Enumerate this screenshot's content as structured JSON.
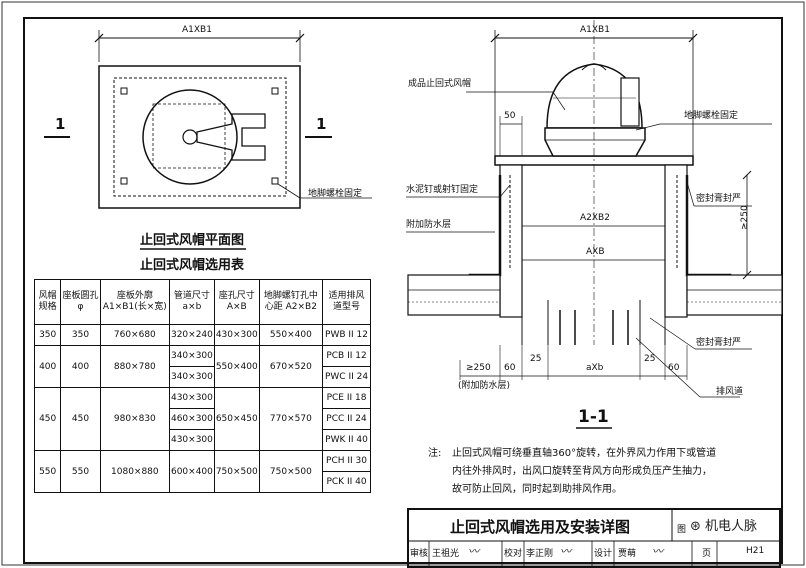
{
  "plan": {
    "dim_label": "A1XB1",
    "section_mark_left": "1",
    "section_mark_right": "1",
    "anchor_note": "地脚螺栓固定",
    "title": "止回式风帽平面图"
  },
  "table": {
    "title": "止回式风帽选用表",
    "headers": [
      "风帽\n规格",
      "座板圆孔\nφ",
      "座板外廓\nA1×B1(长×宽)",
      "管道尺寸\na×b",
      "座孔尺寸\nA×B",
      "地脚螺钉孔中\n心距 A2×B2",
      "适用排风\n道型号"
    ],
    "rows": [
      {
        "spec": "350",
        "hole": "350",
        "outline": "760×680",
        "duct": [
          "320×240"
        ],
        "seat": "430×300",
        "bolt": "550×400",
        "models": [
          "PWB II 12"
        ]
      },
      {
        "spec": "400",
        "hole": "400",
        "outline": "880×780",
        "duct": [
          "340×300",
          "340×300"
        ],
        "seat": "550×400",
        "bolt": "670×520",
        "models": [
          "PCB II 12",
          "PWC II 24"
        ]
      },
      {
        "spec": "450",
        "hole": "450",
        "outline": "980×830",
        "duct": [
          "430×300",
          "460×300",
          "430×300"
        ],
        "seat": "650×450",
        "bolt": "770×570",
        "models": [
          "PCE II 18",
          "PCC II 24",
          "PWK II 40"
        ]
      },
      {
        "spec": "550",
        "hole": "550",
        "outline": "1080×880",
        "duct": [
          "600×400"
        ],
        "seat": "750×500",
        "bolt": "750×500",
        "models": [
          "PCH II 30",
          "PCK II 40"
        ]
      }
    ]
  },
  "section": {
    "dim_top": "A1XB1",
    "labels": {
      "cap": "成品止回式风帽",
      "anchor": "地脚螺栓固定",
      "nail": "水泥钉或射钉固定",
      "waterproof": "附加防水层",
      "sealant_top": "密封膏封严",
      "sealant_bottom": "密封膏封严",
      "duct": "排风道"
    },
    "dims": {
      "d50": "50",
      "a2xb2": "A2XB2",
      "axb": "AXB",
      "ge250_right": "≥250",
      "ge250_bottom": "≥250",
      "d60_left": "60",
      "d25_left": "25",
      "axb_small": "aXb",
      "d25_right": "25",
      "d60_right": "60",
      "extra_waterproof": "(附加防水层)"
    },
    "title": "1-1"
  },
  "note": {
    "prefix": "注:",
    "lines": [
      "止回式风帽可绕垂直轴360°旋转，在外界风力作用下或管道",
      "内往外排风时，出风口旋转至背风方向形成负压产生抽力，",
      "故可防止回风，同时起到助排风作用。"
    ]
  },
  "title_block": {
    "title": "止回式风帽选用及安装详图",
    "label_review": "审核",
    "reviewer": "王祖光",
    "label_check": "校对",
    "checker": "李正刚",
    "label_design": "设计",
    "designer": "贾萌",
    "label_page": "页",
    "page": "H21",
    "label_atlas": "图",
    "watermark": "机电人脉"
  }
}
